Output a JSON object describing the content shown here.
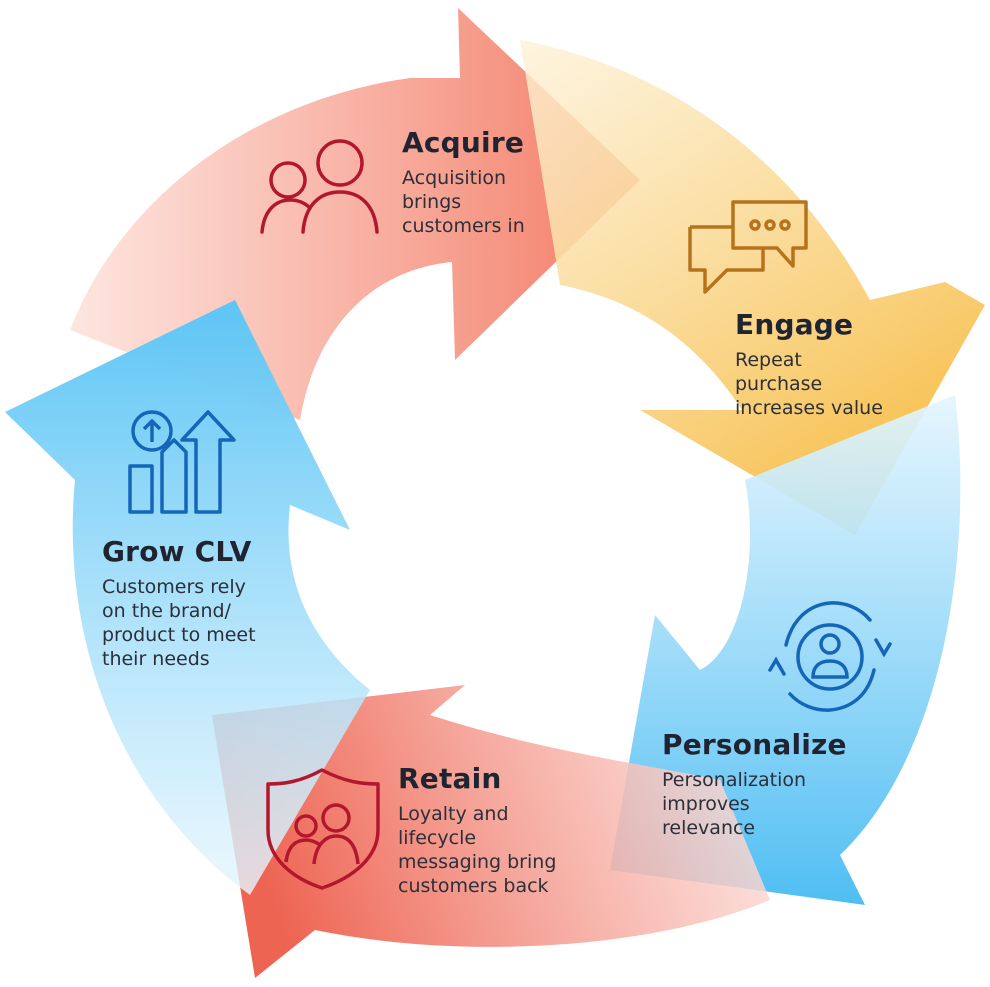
{
  "stages": [
    {
      "id": "acquire",
      "title": "Acquire",
      "description": "Acquisition\nbrings\ncustomers in",
      "color": "#f27a65",
      "icon": "users-icon"
    },
    {
      "id": "engage",
      "title": "Engage",
      "description": "Repeat\npurchase\nincreases value",
      "color": "#f7c35a",
      "icon": "chat-bubbles-icon"
    },
    {
      "id": "personalize",
      "title": "Personalize",
      "description": "Personalization\nimproves\nrelevance",
      "color": "#56c1f3",
      "icon": "user-sync-icon"
    },
    {
      "id": "retain",
      "title": "Retain",
      "description": "Loyalty and\nlifecycle\nmessaging bring\ncustomers back",
      "color": "#ef6a5a",
      "icon": "shield-users-icon"
    },
    {
      "id": "grow",
      "title": "Grow CLV",
      "description": "Customers rely\non the brand/\nproduct to meet\ntheir needs",
      "color": "#5cc5f5",
      "icon": "growth-arrows-icon"
    }
  ]
}
